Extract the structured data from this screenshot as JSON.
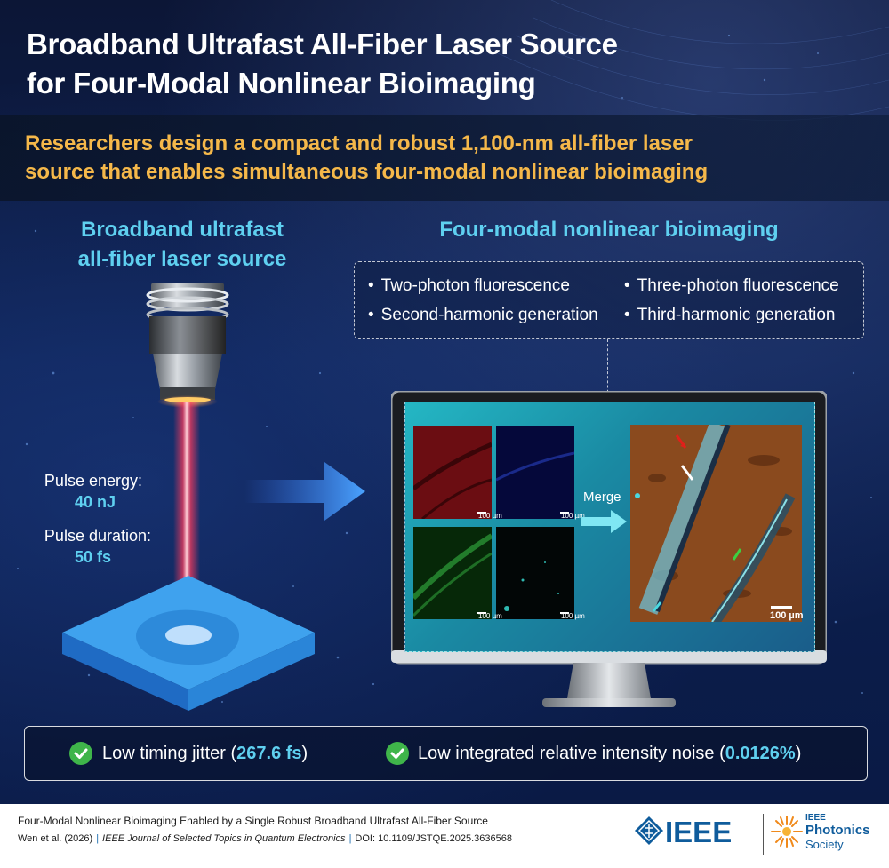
{
  "title": {
    "line1": "Broadband Ultrafast All-Fiber Laser Source",
    "line2": "for Four-Modal Nonlinear Bioimaging"
  },
  "subtitle": {
    "line1": "Researchers design a compact and robust 1,100-nm all-fiber laser",
    "line2": "source that enables simultaneous four-modal nonlinear bioimaging"
  },
  "left_section": {
    "heading_line1": "Broadband ultrafast",
    "heading_line2": "all-fiber laser source",
    "pulse_energy_label": "Pulse energy:",
    "pulse_energy_value": "40 nJ",
    "pulse_duration_label": "Pulse duration:",
    "pulse_duration_value": "50 fs"
  },
  "right_section": {
    "heading": "Four-modal nonlinear bioimaging",
    "modes": [
      "Two-photon fluorescence",
      "Three-photon fluorescence",
      "Second-harmonic generation",
      "Third-harmonic generation"
    ],
    "tile_scale": "100 µm",
    "merge_label": "Merge",
    "merge_scale": "100 µm"
  },
  "features": [
    {
      "label": "Low timing jitter (",
      "value": "267.6 fs",
      "suffix": ")"
    },
    {
      "label": "Low integrated relative intensity noise (",
      "value": "0.0126%",
      "suffix": ")"
    }
  ],
  "footer": {
    "paper_title": "Four-Modal Nonlinear Bioimaging Enabled by a Single Robust Broadband Ultrafast All-Fiber Source",
    "authors": "Wen et al. (2026)",
    "journal": "IEEE Journal of Selected Topics in Quantum Electronics",
    "doi": "DOI: 10.1109/JSTQE.2025.3636568",
    "ieee_word": "IEEE",
    "ps_ieee": "IEEE",
    "ps_photonics": "Photonics",
    "ps_society": "Society"
  },
  "colors": {
    "accent_cyan": "#5fd0f0",
    "subtitle_orange": "#f5b84a",
    "check_green": "#3fb54a",
    "ieee_blue": "#0f5c9c",
    "laser_red": "#ff3b5c"
  }
}
